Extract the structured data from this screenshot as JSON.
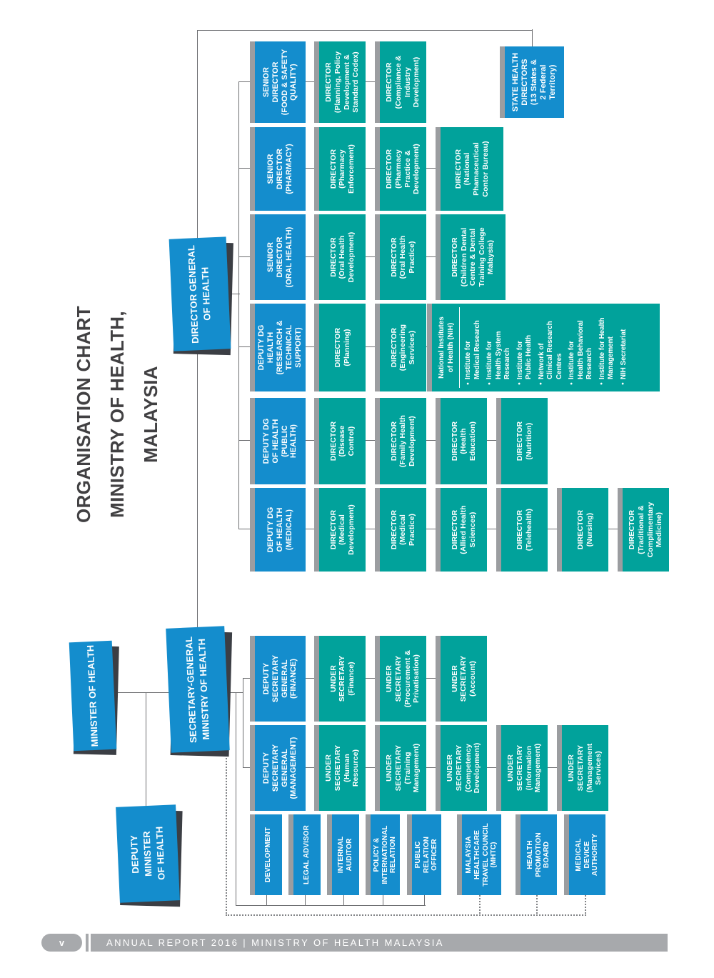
{
  "page": {
    "title_lines": [
      "ORGANISATION CHART",
      "MINISTRY OF HEALTH, MALAYSIA"
    ],
    "footer": {
      "page_number": "v",
      "text": "ANNUAL REPORT 2016 | MINISTRY OF HEALTH MALAYSIA"
    }
  },
  "colors": {
    "blue": "#148DCD",
    "teal": "#01A29B",
    "box_top_bar": "#9B9DA0",
    "banner_shadow": "#3B3E44",
    "line": "#6D6E71",
    "footer_gray": "#A7A9AC",
    "title_text": "#414042"
  },
  "org": {
    "banners": {
      "minister": "MINISTER OF HEALTH",
      "deputy_minister": "DEPUTY\nMINISTER\nOF HEALTH",
      "secretary_general": "SECRETARY-GENERAL\nMINISTRY OF HEALTH",
      "director_general": "DIRECTOR GENERAL\nOF HEALTH"
    },
    "sg_columns": [
      {
        "id": "management",
        "header": "DEPUTY\nSECRETARY\nGENERAL\n(MANAGEMENT)",
        "children": [
          "UNDER\nSECRETARY\n(Human\nResource)",
          "UNDER\nSECRETARY\n(Training\nManagement)",
          "UNDER\nSECRETARY\n(Competency\nDevelopment)",
          "UNDER\nSECRETARY\n(Information\nManagement)",
          "UNDER\nSECRETARY\n(Management\nServices)"
        ]
      },
      {
        "id": "finance",
        "header": "DEPUTY\nSECRETARY\nGENERAL\n(FINANCE)",
        "children": [
          "UNDER\nSECRETARY\n(Finance)",
          "UNDER\nSECRETARY\n(Procurement &\nPrivatisation)",
          "UNDER\nSECRETARY\n(Account)"
        ]
      }
    ],
    "departments": [
      "DEVELOPMENT",
      "LEGAL ADVISOR",
      "INTERNAL\nAUDITOR",
      "POLICY &\nINTERNATIONAL\nRELATION",
      "PUBLIC\nRELATION\nOFFICER"
    ],
    "statutory_bodies": [
      "MALAYSIA\nHEALTHCARE\nTRAVEL COUNCIL\n(MHTC)",
      "HEALTH\nPROMOTION\nBOARD",
      "MEDICAL\nDEVICE\nAUTHORITY"
    ],
    "dg_columns": [
      {
        "id": "medical",
        "header": "DEPUTY DG\nOF HEALTH\n(MEDICAL)",
        "children": [
          "DIRECTOR\n(Medical\nDevelopment)",
          "DIRECTOR\n(Medical\nPractice)",
          "DIRECTOR\n(Allied Health\nSciences)",
          "DIRECTOR\n(Telehealth)",
          "DIRECTOR\n(Nursing)",
          "DIRECTOR\n(Traditional &\nComplimentary\nMedicine)"
        ]
      },
      {
        "id": "public-health",
        "header": "DEPUTY DG\nOF HEALTH\n(PUBLIC\nHEALTH)",
        "children": [
          "DIRECTOR\n(Disease\nControl)",
          "DIRECTOR\n(Family Health\nDevelopment)",
          "DIRECTOR\n(Health\nEducation)",
          "DIRECTOR\n(Nutrition)"
        ]
      },
      {
        "id": "research-technical",
        "header": "DEPUTY DG\nHEALTH\n(RESEARCH &\nTECHNICAL\nSUPPORT)",
        "children": [
          "DIRECTOR\n(Planning)",
          "DIRECTOR\n(Engineering\nServices)"
        ]
      },
      {
        "id": "oral-health",
        "header": "SENIOR\nDIRECTOR\n(ORAL HEALTH)",
        "children": [
          "DIRECTOR\n(Oral Health\nDevelopment)",
          "DIRECTOR\n(Oral Health\nPractice)",
          "DIRECTOR\n(Children Dental\nCentre & Dental\nTraining College\nMalaysia)"
        ]
      },
      {
        "id": "pharmacy",
        "header": "SENIOR\nDIRECTOR\n(PHARMACY)",
        "children": [
          "DIRECTOR\n(Pharmacy\nEnforcement)",
          "DIRECTOR\n(Pharmacy\nPractice &\nDevelopment)",
          "DIRECTOR\n(National\nPhamaceutical\nContor Bureau)"
        ]
      },
      {
        "id": "food-safety",
        "header": "SENIOR\nDIRECTOR\n(FOOD & SAFETY\nQUALITY)",
        "children": [
          "DIRECTOR\n(Planning, Policy\nDevelopment &\nStandard Codex)",
          "DIRECTOR\n(Compliance &\nIndustry\nDevelopment)"
        ]
      }
    ],
    "nih": {
      "header": "National Institutes\nof Health (NIH)",
      "items": [
        "Institute for\nMedical Research",
        "Institute for\nHealth System\nResearch",
        "Institute for\nPublic Health",
        "Network of\nClinical Research\nCentres",
        "Institute for\nHealth Behavioral\nResearch",
        "Institute for Health\nManagement",
        "NIH Secretariat"
      ]
    },
    "state_health_directors": "STATE HEALTH\nDIRECTORS\n(13 States &\n2 Federal\nTerritory)"
  }
}
